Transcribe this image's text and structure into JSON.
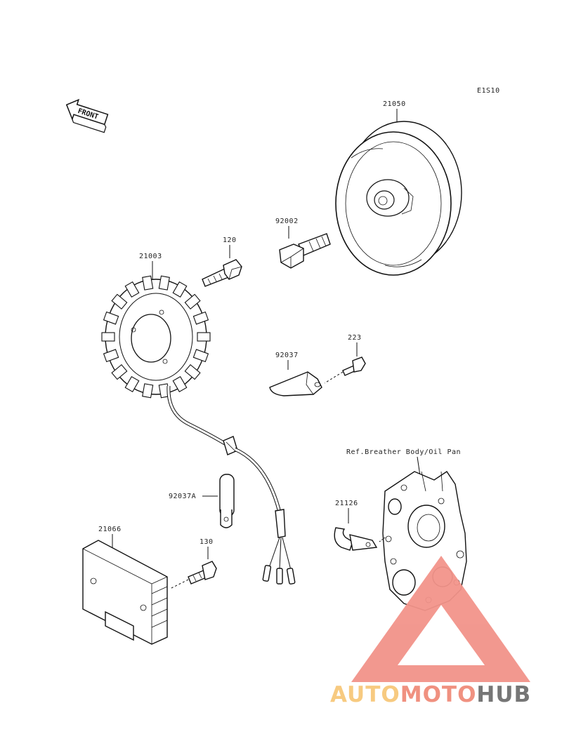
{
  "diagram": {
    "code": "E1S10",
    "direction_label": "FRONT",
    "reference_note": "Ref.Breather Body/Oil Pan",
    "parts": [
      {
        "id": "21050",
        "name": "rotor"
      },
      {
        "id": "92002",
        "name": "rotor-bolt"
      },
      {
        "id": "120",
        "name": "stator-bolt"
      },
      {
        "id": "21003",
        "name": "stator"
      },
      {
        "id": "223",
        "name": "clamp-screw"
      },
      {
        "id": "92037",
        "name": "wire-clamp"
      },
      {
        "id": "92037A",
        "name": "wire-clamp"
      },
      {
        "id": "21126",
        "name": "clamp"
      },
      {
        "id": "21066",
        "name": "regulator-rectifier"
      },
      {
        "id": "130",
        "name": "regulator-bolt"
      }
    ]
  },
  "watermark": {
    "word_1": "AUTO",
    "word_2": "MOTO",
    "word_3": "HUB",
    "colors": {
      "auto": "#f7c87a",
      "moto": "#f08c7a",
      "hub": "#6f6f6f",
      "triangle": "#f2938a"
    }
  }
}
